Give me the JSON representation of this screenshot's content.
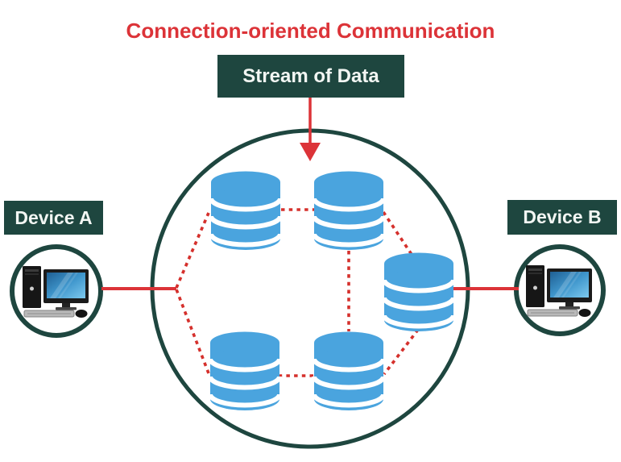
{
  "title": {
    "text": "Connection-oriented Communication"
  },
  "stream_box": {
    "label": "Stream of Data"
  },
  "devices": {
    "a": {
      "label": "Device A",
      "icon": "desktop-computer-icon"
    },
    "b": {
      "label": "Device B",
      "icon": "desktop-computer-icon"
    }
  },
  "network": {
    "node_icon": "database-icon",
    "node_count": 5,
    "links": [
      "device-a to node-top-left",
      "node-top-left to node-top-right",
      "node-top-right to node-right",
      "node-top-right to node-bottom-right",
      "node-right to node-bottom-right",
      "node-bottom-right to node-bottom-left",
      "node-bottom-left to device-a-junction",
      "node-right to device-b"
    ],
    "flow_arrow": "stream of data into network"
  },
  "colors": {
    "accent_red": "#dc3338",
    "panel_teal": "#1e463f",
    "database_blue": "#4aa4de",
    "background": "#ffffff",
    "label_text": "#f2f6f3"
  }
}
